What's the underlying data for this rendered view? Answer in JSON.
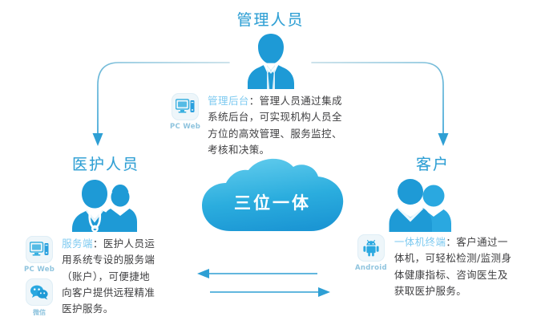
{
  "diagram": {
    "center_label": "三位一体",
    "colors": {
      "primary_blue": "#2e9fd4",
      "icon_blue": "#1e9ad6",
      "light_blue": "#7ecaf0",
      "cloud_top": "#56c7ea",
      "cloud_bottom": "#1e9ad6",
      "text_dark": "#3e3e40",
      "badge_bg": "#eef6fa",
      "arrow": "#2e9fd4"
    }
  },
  "roles": {
    "admin": {
      "title": "管理人员",
      "icon": "businessman-icon"
    },
    "staff": {
      "title": "医护人员",
      "icon": "doctor-nurse-icon"
    },
    "client": {
      "title": "客户",
      "icon": "two-people-icon"
    }
  },
  "info_blocks": {
    "admin": {
      "platforms": [
        {
          "icon": "pc-monitor-icon",
          "caption": "PC Web"
        }
      ],
      "lead": "管理后台",
      "separator": "：",
      "body": "管理人员通过集成系统后台，可实现机构人员全方位的高效管理、服务监控、考核和决策。"
    },
    "staff": {
      "platforms": [
        {
          "icon": "pc-monitor-icon",
          "caption": "PC Web"
        },
        {
          "icon": "wechat-icon",
          "caption": "微信"
        }
      ],
      "lead": "服务端",
      "separator": "：",
      "body": "医护人员运用系统专设的服务端（账户），可便捷地向客户提供远程精准医护服务。"
    },
    "client": {
      "platforms": [
        {
          "icon": "android-robot-icon",
          "caption": "Android"
        }
      ],
      "lead": "一体机终端",
      "separator": "：",
      "body": "客户通过一体机，可轻松检测/监测身体健康指标、咨询医生及获取医护服务。"
    }
  },
  "arrows": {
    "admin_to_staff": "curved-arrow-down-left",
    "admin_to_client": "curved-arrow-down-right",
    "client_to_staff": "arrow-left",
    "staff_to_client": "arrow-right"
  }
}
